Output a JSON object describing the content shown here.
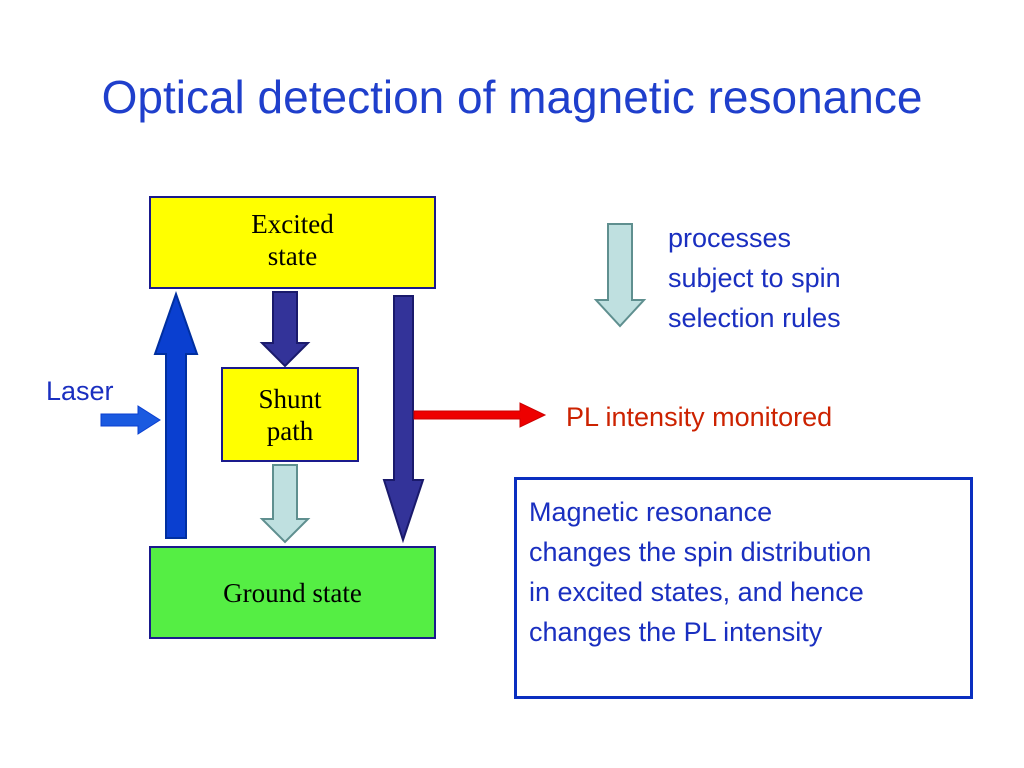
{
  "title": "Optical detection of magnetic resonance",
  "states": {
    "excited": "Excited\nstate",
    "shunt": "Shunt\npath",
    "ground": "Ground state"
  },
  "laser_label": "Laser",
  "legend_text": "processes\nsubject to spin\nselection rules",
  "pl_label": "PL intensity monitored",
  "info_text": "Magnetic resonance\nchanges the spin distribution\nin excited states, and hence\nchanges the PL intensity",
  "colors": {
    "title": "#1f3fcc",
    "state_box_yellow": "#ffff00",
    "ground_box_green": "#55ee44",
    "laser_arrow_blue": "#0a3fd0",
    "decay_arrow_navy": "#333399",
    "spin_selective_arrow_lightblue": "#bfe0e0",
    "pl_arrow_red": "#ee0000"
  }
}
